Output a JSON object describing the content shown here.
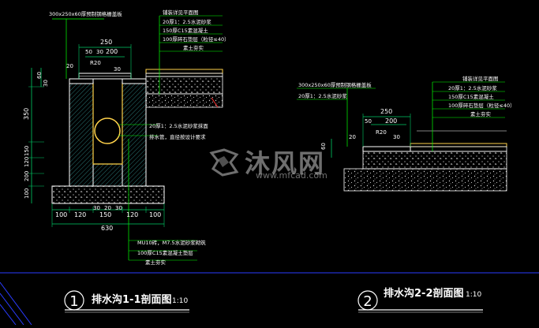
{
  "section1": {
    "spec_top": "300x250x60厚预制钢格栅盖板",
    "layers_header": "铺装详见平面图",
    "layer_mortar": "20厚1：2.5水泥砂浆",
    "layer_concrete": "150厚C15素混凝土",
    "layer_gravel": "100厚碎石垫层（粒径≤40）",
    "layer_soil": "素土夯实",
    "dim_250": "250",
    "dim_200": "200",
    "dim_50": "50",
    "dim_30a": "30",
    "dim_20": "20",
    "dim_r20": "R20",
    "dim_30b": "30",
    "side_60": "60",
    "side_30": "30",
    "side_350": "350",
    "side_150": "150",
    "side_120": "120",
    "side_200": "200",
    "side_100": "100",
    "inner_mortar": "20厚1：2.5水泥砂浆抹面",
    "inner_pipe": "排水管，直径按设计要求",
    "bot_100a": "100",
    "bot_120a": "120",
    "bot_150": "150",
    "bot_120b": "120",
    "bot_100b": "100",
    "bot_30a": "30",
    "bot_20": "20",
    "bot_30b": "30",
    "bot_total": "630",
    "note_brick": "MU10砖，M7.5水泥砂浆砌筑",
    "note_base": "100厚C15素混凝土垫层",
    "note_soil": "素土夯实",
    "title_num": "1",
    "title": "排水沟1-1剖面图",
    "scale": "1:10"
  },
  "section2": {
    "spec_top": "300x250x60厚预制钢格栅盖板",
    "layer_mortar_left": "20厚1：2.5水泥砂浆",
    "layers_header": "铺装详见平面图",
    "layer_mortar": "20厚1：2.5水泥砂浆",
    "layer_concrete": "150厚C15素混凝土",
    "layer_gravel": "100厚碎石垫层（粒径≤40）",
    "layer_soil": "素土夯实",
    "dim_250": "250",
    "dim_200": "200",
    "dim_50": "50",
    "dim_30": "30",
    "dim_r20": "R20",
    "dim_20": "20",
    "side_60": "60",
    "title_num": "2",
    "title": "排水沟2-2剖面图",
    "scale": "1:10"
  },
  "watermark": {
    "text": "沐风网",
    "url": "www.mfcad.com"
  },
  "colors": {
    "background": "#000000",
    "lines": "#ffffff",
    "leaders": "#00ff00",
    "dims": "#00cc66",
    "concrete": "#c8c8c8",
    "hatch": "#00c8c8",
    "finish": "#ffd24a",
    "frame": "#2a3cff"
  }
}
